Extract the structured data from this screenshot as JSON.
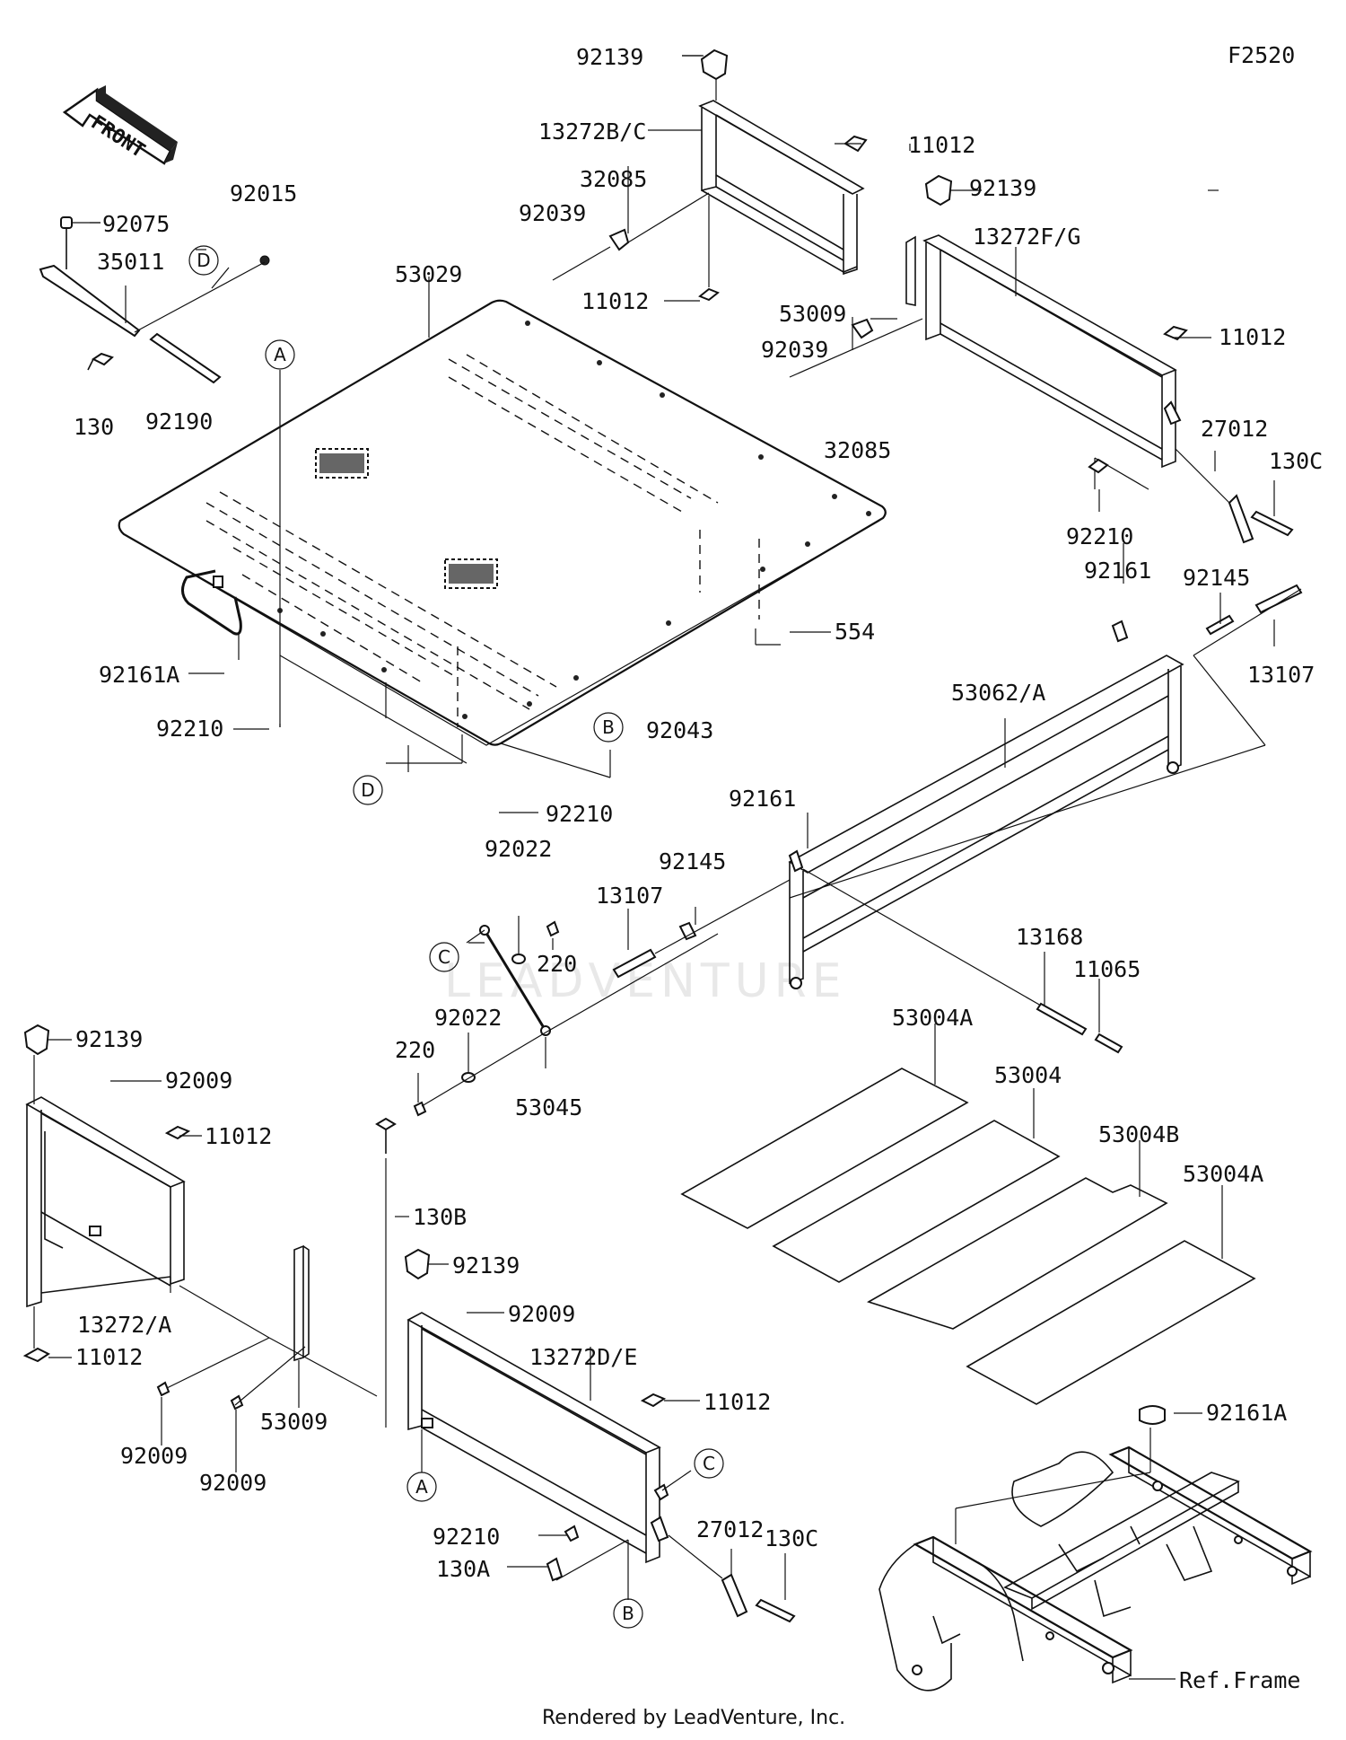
{
  "diagram_code": "F2520",
  "front_arrow_label": "FRONT",
  "footer": "Rendered by LeadVenture, Inc.",
  "watermark": "LEADVENTURE",
  "callouts": [
    "A",
    "B",
    "C",
    "D"
  ],
  "parts": {
    "p92139_a": "92139",
    "p13272bc": "13272B/C",
    "p11012_a": "11012",
    "p32085_a": "32085",
    "p92039_a": "92039",
    "p11012_b": "11012",
    "p92139_b": "92139",
    "p13272fg": "13272F/G",
    "p53009_a": "53009",
    "p11012_c": "11012",
    "p92039_b": "92039",
    "p32085_b": "32085",
    "p27012_a": "27012",
    "p130c_a": "130C",
    "p92210_a": "92210",
    "p92015": "92015",
    "p92075": "92075",
    "p35011": "35011",
    "p130": "130",
    "p92190": "92190",
    "p53029": "53029",
    "p92161a_a": "92161A",
    "p92210_b": "92210",
    "p92210_c": "92210",
    "p554": "554",
    "p92043": "92043",
    "p92161_a": "92161",
    "p92145_a": "92145",
    "p13107_a": "13107",
    "p53062a": "53062/A",
    "p92161_b": "92161",
    "p92022_a": "92022",
    "p92145_b": "92145",
    "p13107_b": "13107",
    "p220_a": "220",
    "p13168": "13168",
    "p11065": "11065",
    "p92022_b": "92022",
    "p220_b": "220",
    "p53045": "53045",
    "p53004a_a": "53004A",
    "p53004": "53004",
    "p53004b": "53004B",
    "p53004a_b": "53004A",
    "p92139_c": "92139",
    "p92009_a": "92009",
    "p11012_d": "11012",
    "p13272a": "13272/A",
    "p11012_e": "11012",
    "p130b": "130B",
    "p92139_d": "92139",
    "p92009_b": "92009",
    "p13272de": "13272D/E",
    "p11012_f": "11012",
    "p53009_b": "53009",
    "p92009_c": "92009",
    "p92009_d": "92009",
    "p92210_d": "92210",
    "p130a": "130A",
    "p27012_b": "27012",
    "p130c_b": "130C",
    "p92161a_b": "92161A",
    "p_ref_frame": "Ref.Frame"
  }
}
